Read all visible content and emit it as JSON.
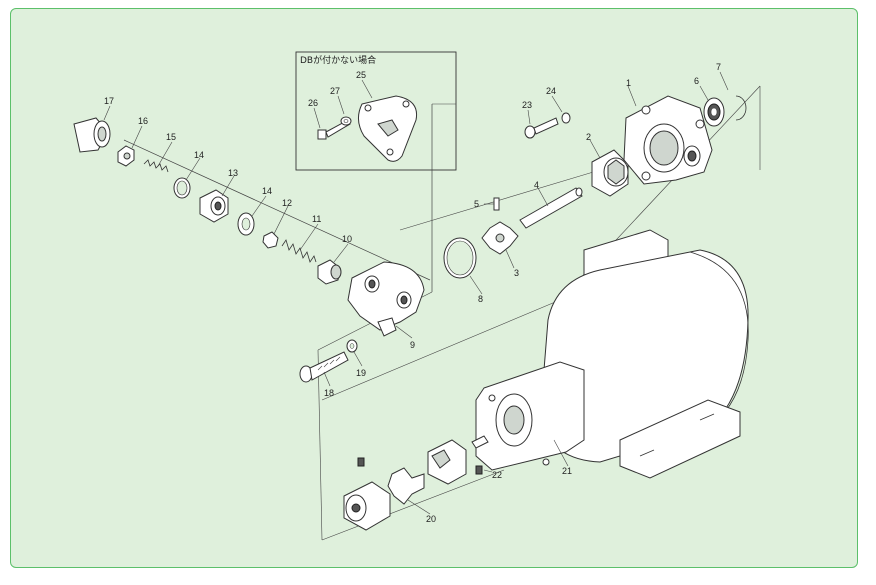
{
  "diagram": {
    "inset_title": "DBが付かない場合",
    "labels": [
      "1",
      "2",
      "3",
      "4",
      "5",
      "6",
      "7",
      "8",
      "9",
      "10",
      "11",
      "12",
      "13",
      "14",
      "14",
      "15",
      "16",
      "17",
      "18",
      "19",
      "20",
      "21",
      "22",
      "23",
      "24",
      "25",
      "26",
      "27"
    ]
  },
  "colors": {
    "frame_border": "#5cc06a",
    "frame_background": "#dff0dc"
  }
}
